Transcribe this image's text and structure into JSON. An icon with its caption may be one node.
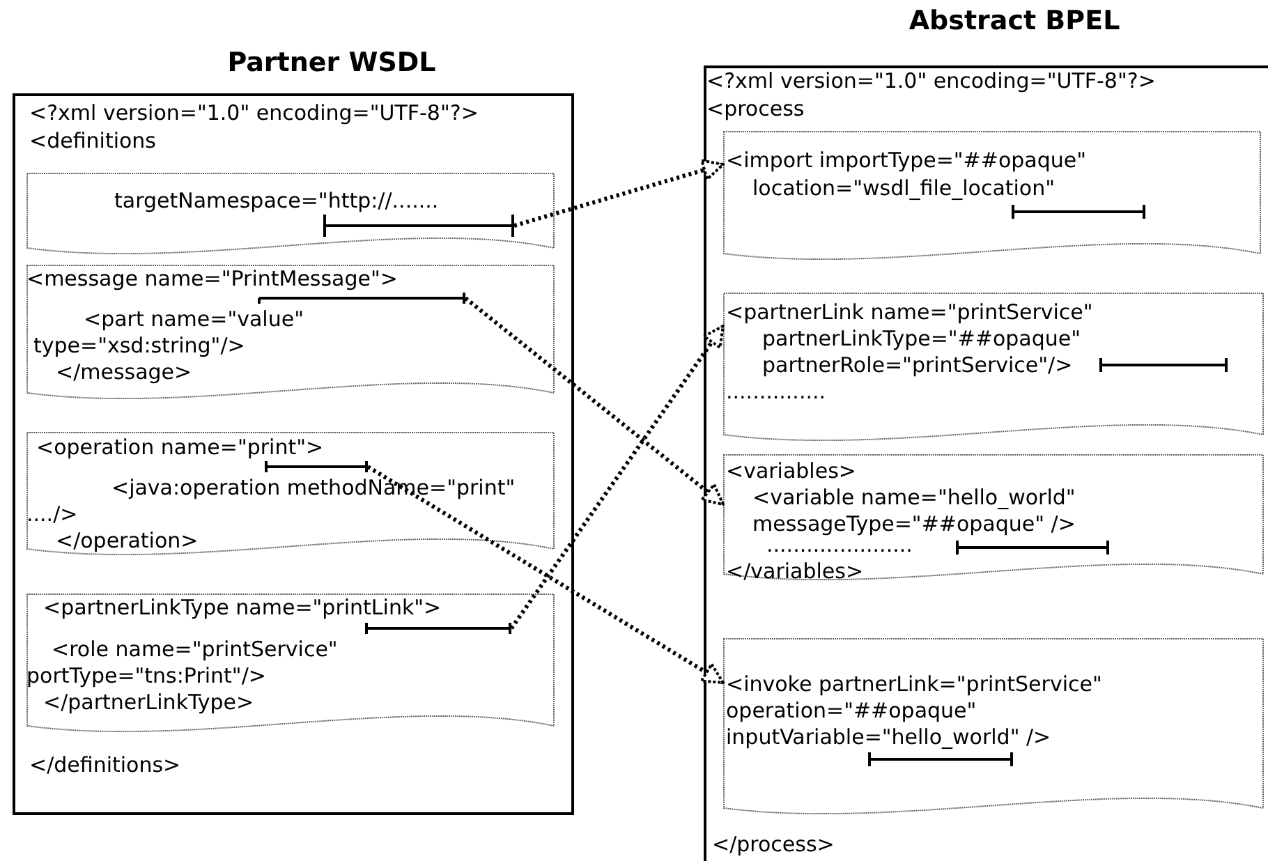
{
  "diagram": {
    "nodes": [
      {
        "text": [
          "Partner WSDL",
          "<?xml version=\"1.0\" encoding=\"UTF-8\"?>",
          "<definitions",
          "</definitions>"
        ]
      },
      {
        "text": [
          "targetNamespace=\"http://......."
        ],
        "in": 0
      },
      {
        "text": [],
        "shape": "bar",
        "in": 1
      },
      {
        "text": [
          "<message name=\"PrintMessage\">",
          "<part name=\"value\"",
          "type=\"xsd:string\"/>",
          "</message>"
        ],
        "in": 0
      },
      {
        "text": [],
        "shape": "bar",
        "in": 3
      },
      {
        "text": [
          "<operation name=\"print\">",
          "<java:operation methodName=\"print\"",
          "..../>",
          "</operation>"
        ],
        "in": 0
      },
      {
        "text": [],
        "shape": "bar",
        "in": 5
      },
      {
        "text": [
          "<partnerLinkType name=\"printLink\">",
          "<role name=\"printService\"",
          "portType=\"tns:Print\"/>",
          "</partnerLinkType>"
        ],
        "in": 0
      },
      {
        "text": [],
        "shape": "bar",
        "in": 7
      },
      {
        "text": [
          "Abstract BPEL",
          "<?xml version=\"1.0\" encoding=\"UTF-8\"?>",
          "<process",
          "</process>"
        ]
      },
      {
        "text": [
          "<import importType=\"##opaque\"",
          "location=\"wsdl_file_location\""
        ],
        "in": 9
      },
      {
        "text": [
          "<partnerLink name=\"printService\"",
          "partnerLinkType=\"##opaque\"",
          "partnerRole=\"printService\"/>",
          "..............."
        ],
        "in": 9
      },
      {
        "text": [
          "<variables>",
          "<variable name=\"hello_world\"",
          "messageType=\"##opaque\" />",
          "......................",
          "</variables>"
        ],
        "in": 9
      },
      {
        "text": [
          "<invoke partnerLink=\"printService\"",
          "operation=\"##opaque\"",
          "inputVariable=\"hello_world\" />"
        ],
        "in": 9
      }
    ],
    "edges": [
      {
        "from": 2,
        "to": 10,
        "arrow": "to",
        "style": "dashed"
      },
      {
        "from": 4,
        "to": 12,
        "arrow": "to",
        "style": "dashed"
      },
      {
        "from": 6,
        "to": 13,
        "arrow": "to",
        "style": "dashed"
      },
      {
        "from": 8,
        "to": 11,
        "arrow": "to",
        "style": "dashed"
      }
    ]
  }
}
